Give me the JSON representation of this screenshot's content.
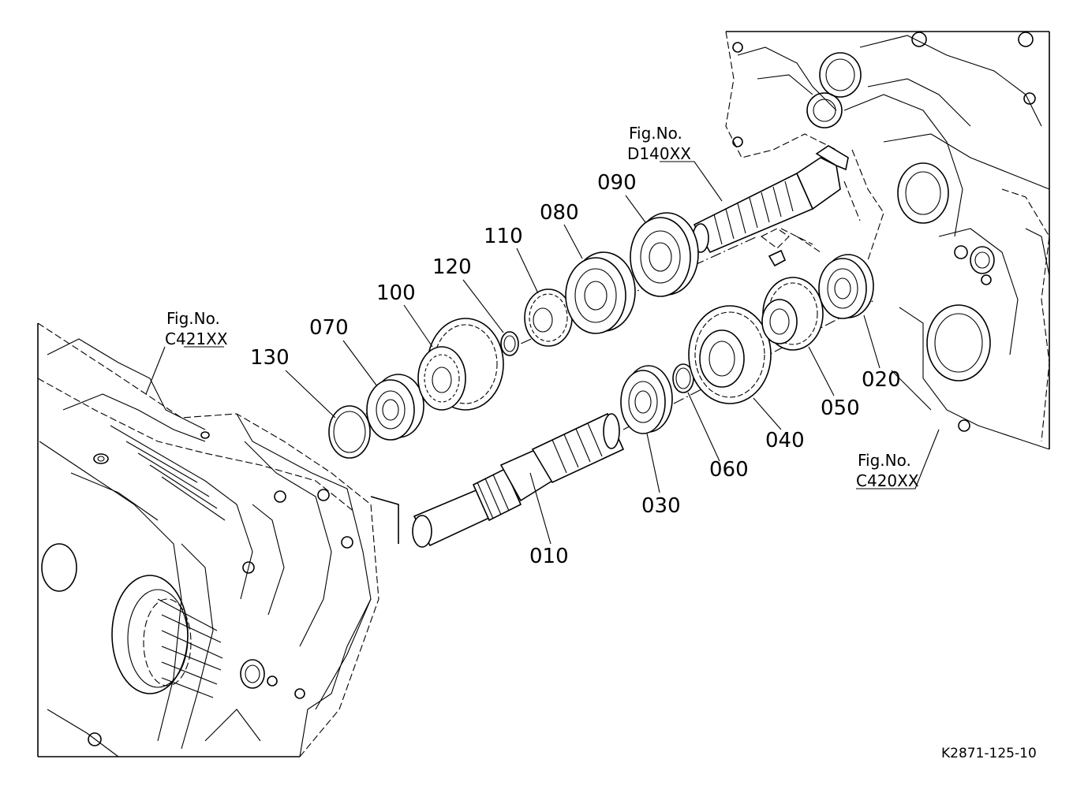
{
  "diagram": {
    "drawing_code": "K2871-125-10",
    "figure_refs": [
      {
        "id": "ref-d140",
        "line1": "Fig.No.",
        "line2": "D140XX"
      },
      {
        "id": "ref-c421",
        "line1": "Fig.No.",
        "line2": "C421XX"
      },
      {
        "id": "ref-c420",
        "line1": "Fig.No.",
        "line2": "C420XX"
      }
    ],
    "parts": [
      "010",
      "020",
      "030",
      "040",
      "050",
      "060",
      "070",
      "080",
      "090",
      "100",
      "110",
      "120",
      "130"
    ]
  }
}
